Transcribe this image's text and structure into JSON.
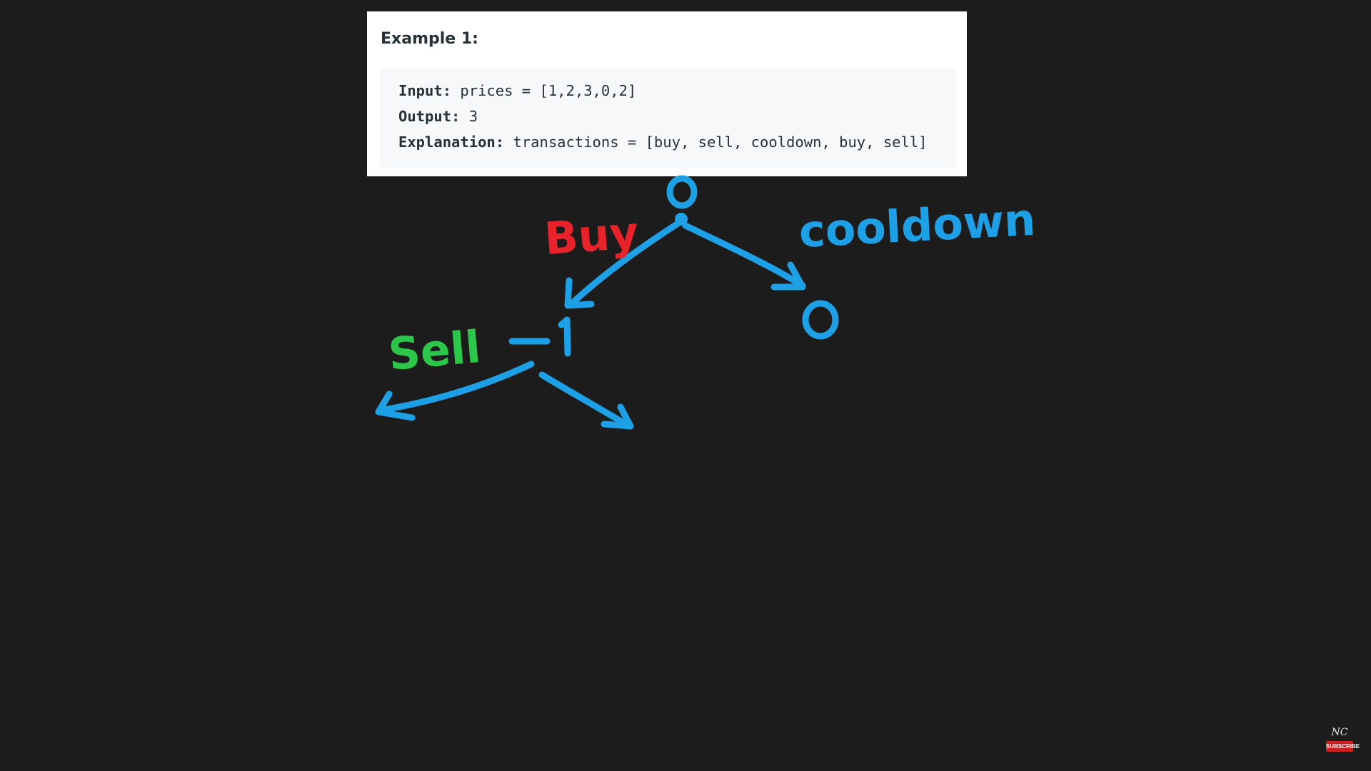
{
  "example": {
    "title": "Example 1:",
    "lines": [
      {
        "label": "Input:",
        "value": " prices = [1,2,3,0,2]"
      },
      {
        "label": "Output:",
        "value": " 3"
      },
      {
        "label": "Explanation:",
        "value": " transactions = [buy, sell, cooldown, buy, sell]"
      }
    ]
  },
  "drawing": {
    "root_value": "0",
    "buy_label": "Buy",
    "cooldown_label": "cooldown",
    "sell_label": "Sell",
    "buy_node_value": "-1",
    "cooldown_node_value": "0",
    "colors": {
      "ink_blue": "#1ea0e6",
      "ink_red": "#e8222a",
      "ink_green": "#2cc64a"
    }
  },
  "badge": {
    "logo": "NC",
    "subscribe": "SUBSCRIBE"
  }
}
